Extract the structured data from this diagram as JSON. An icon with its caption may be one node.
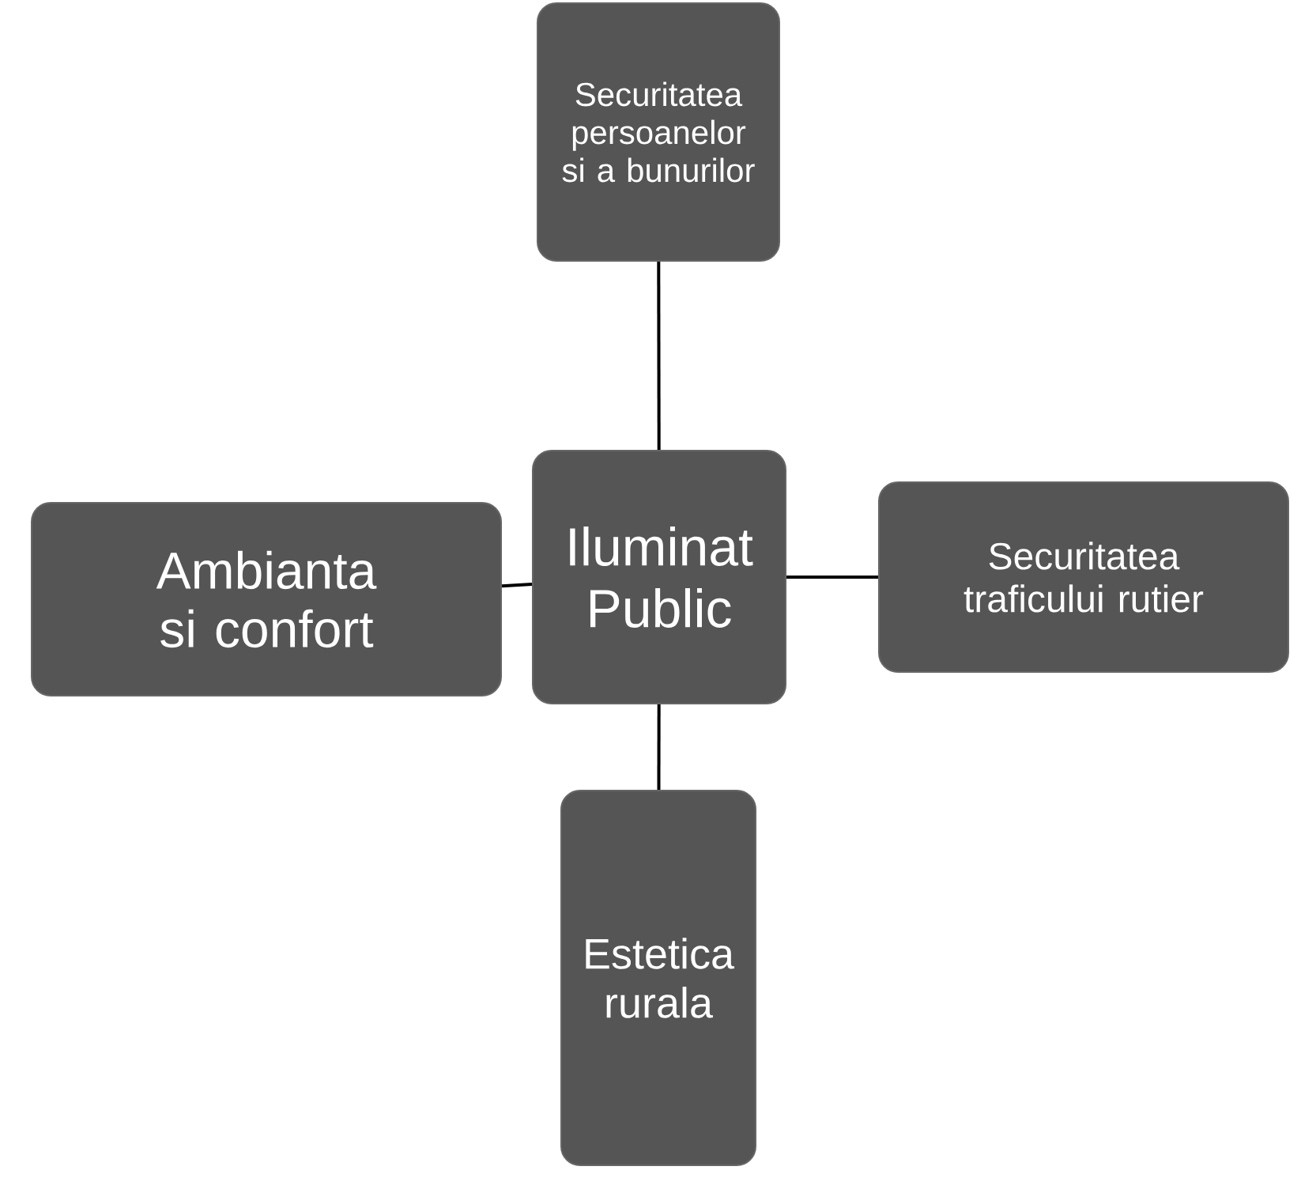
{
  "diagram": {
    "nodes": [
      {
        "text": [
          "Iluminat Public"
        ]
      },
      {
        "text": [
          "Securitatea persoanelor si a bunurilor"
        ]
      },
      {
        "text": [
          "Securitatea traficului rutier"
        ]
      },
      {
        "text": [
          "Estetica rurala"
        ]
      },
      {
        "text": [
          "Ambianta si confort"
        ]
      }
    ],
    "edges": [
      {
        "from": 1,
        "to": 0,
        "arrow": "none"
      },
      {
        "from": 0,
        "to": 2,
        "arrow": "none"
      },
      {
        "from": 0,
        "to": 3,
        "arrow": "none"
      },
      {
        "from": 4,
        "to": 0,
        "arrow": "none"
      }
    ]
  }
}
